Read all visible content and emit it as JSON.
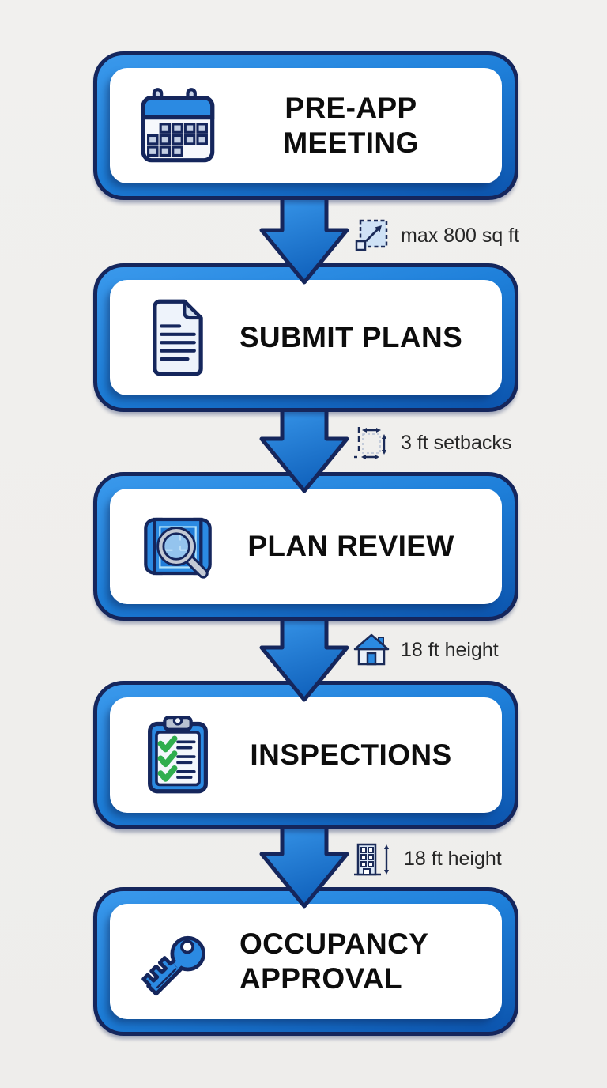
{
  "flow": {
    "steps": [
      {
        "label": "PRE-APP MEETING",
        "icon": "calendar-icon"
      },
      {
        "label": "SUBMIT PLANS",
        "icon": "document-icon"
      },
      {
        "label": "PLAN REVIEW",
        "icon": "blueprint-magnifier-icon"
      },
      {
        "label": "INSPECTIONS",
        "icon": "checklist-clipboard-icon"
      },
      {
        "label": "OCCUPANCY APPROVAL",
        "icon": "key-icon"
      }
    ],
    "connectors": [
      {
        "annotation": "max 800 sq ft",
        "icon": "area-resize-icon"
      },
      {
        "annotation": "3 ft setbacks",
        "icon": "setback-dimension-icon"
      },
      {
        "annotation": "18 ft height",
        "icon": "house-icon"
      },
      {
        "annotation": "18 ft height",
        "icon": "building-height-icon"
      }
    ]
  },
  "colors": {
    "background": "#efeeec",
    "outline_navy": "#15265c",
    "band_blue_light": "#3a99ec",
    "band_blue_dark": "#0c54ad",
    "icon_blue": "#2b8ae2",
    "check_green": "#2fae4e",
    "title_text": "#0d0d0d",
    "annotation_text": "#262626"
  }
}
